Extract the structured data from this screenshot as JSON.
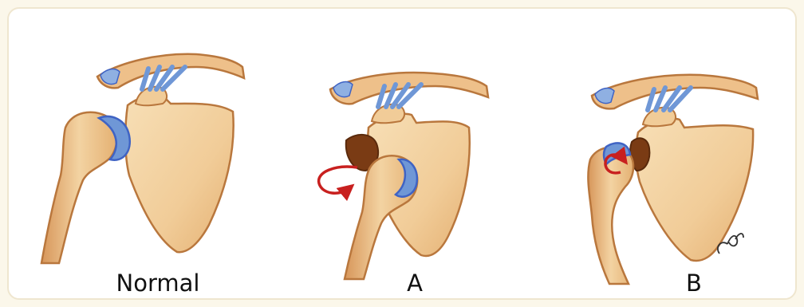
{
  "panels": [
    {
      "id": "normal",
      "label": "Normal"
    },
    {
      "id": "a",
      "label": "A"
    },
    {
      "id": "b",
      "label": "B"
    }
  ],
  "signature": "cpb",
  "colors": {
    "background": "#fbf7ea",
    "frame": "#ffffff",
    "bone_fill": "#f3d3a2",
    "bone_shade": "#e2ae73",
    "bone_outline": "#b9773d",
    "ligament": "#6f97d6",
    "cartilage": "#3f63c4",
    "arrow": "#c8201f",
    "dark_socket": "#7a3b14"
  }
}
